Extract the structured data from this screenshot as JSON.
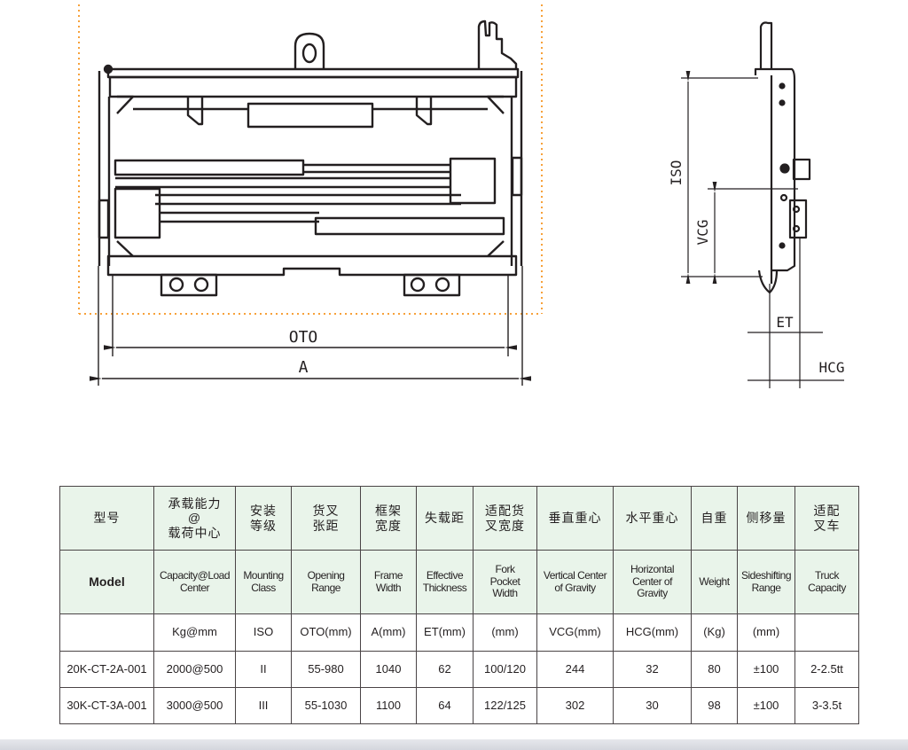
{
  "drawing": {
    "front_view": {
      "dimension_labels": {
        "oto": "OTO",
        "a": "A"
      }
    },
    "side_view": {
      "dimension_labels": {
        "iso": "ISO",
        "vcg": "VCG",
        "et": "ET",
        "hcg": "HCG"
      }
    },
    "outline_color": "#f7a13a",
    "line_color": "#231f20"
  },
  "table": {
    "header_bg": "#e9f4ea",
    "cn_headers": [
      "型号",
      "承载能力\n@\n载荷中心",
      "安装\n等级",
      "货叉\n张距",
      "框架\n宽度",
      "失载距",
      "适配货\n叉宽度",
      "垂直重心",
      "水平重心",
      "自重",
      "侧移量",
      "适配\n叉车"
    ],
    "en_headers": [
      "Model",
      "Capacity@Load\nCenter",
      "Mounting\nClass",
      "Opening\nRange",
      "Frame\nWidth",
      "Effective\nThickness",
      "Fork\nPocket\nWidth",
      "Vertical Center\nof Gravity",
      "Horizontal\nCenter of\nGravity",
      "Weight",
      "Sideshifting\nRange",
      "Truck\nCapacity"
    ],
    "units": [
      "",
      "Kg@mm",
      "ISO",
      "OTO(mm)",
      "A(mm)",
      "ET(mm)",
      "(mm)",
      "VCG(mm)",
      "HCG(mm)",
      "(Kg)",
      "(mm)",
      ""
    ],
    "rows": [
      [
        "20K-CT-2A-001",
        "2000@500",
        "II",
        "55-980",
        "1040",
        "62",
        "100/120",
        "244",
        "32",
        "80",
        "±100",
        "2-2.5tt"
      ],
      [
        "30K-CT-3A-001",
        "3000@500",
        "III",
        "55-1030",
        "1100",
        "64",
        "122/125",
        "302",
        "30",
        "98",
        "±100",
        "3-3.5t"
      ]
    ]
  }
}
